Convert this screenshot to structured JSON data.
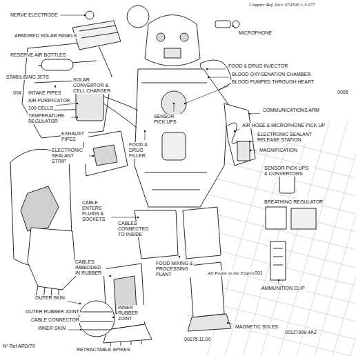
{
  "diagram": {
    "labels": [
      "Chapter Ref. Dcl: 074500 1.3.977",
      "NERVE ELECTRODE",
      "MICROPHONE",
      "ARMORED SOLAR PANELS",
      "RESERVE AIR BOTTLES",
      "FOOD & DRUG INJECTOR",
      "BLOOD OXYGENATION CHAMBER",
      "BLOOD PUMPED THROUGH HEART",
      "STABILISING JETS",
      "SOLAR CONVERTOR & CELL CHARGER",
      "0005",
      "004",
      "INTAKE PIPES",
      "AIR PURIFICATOR",
      "100 CELLS",
      "TEMPERATURE REGULATOR",
      "COMMUNICATIONS ARM",
      "AIR HOSE & MICROPHONE PICK UP",
      "ELECTRONIC SEALANT RELEASE STATION",
      "MAGNIFICATION",
      "SENSOR PICK UPS",
      "EXHAUST PIPES",
      "ELECTRONIC SEALANT STRIP",
      "FOOD & DRUG FILLER",
      "SENSOR PICK UPS & CONVERTORS",
      "BREATHING REGULATOR",
      "CABLE ENTERS FLUIDS & SOCKETS",
      "CABLES CONNECTED TO INSIDE",
      "FOOD MIXING & PROCESSING PLANT",
      "CABLES IMBEDDED IN RUBBER",
      "All Praise to the Emperor",
      "001",
      "OUTER SKIN",
      "AMMUNITION CLIP",
      "OUTER RUBBER JOINT",
      "CABLE CONNECTOR",
      "INNER SKIN",
      "INNER RUBBER JOINT",
      "MAGNETIC SOLES",
      "00175.11.00",
      "00127999.4AZ",
      "RETRACTABLE SPIKES",
      "Nº Ref ARD/79"
    ]
  }
}
